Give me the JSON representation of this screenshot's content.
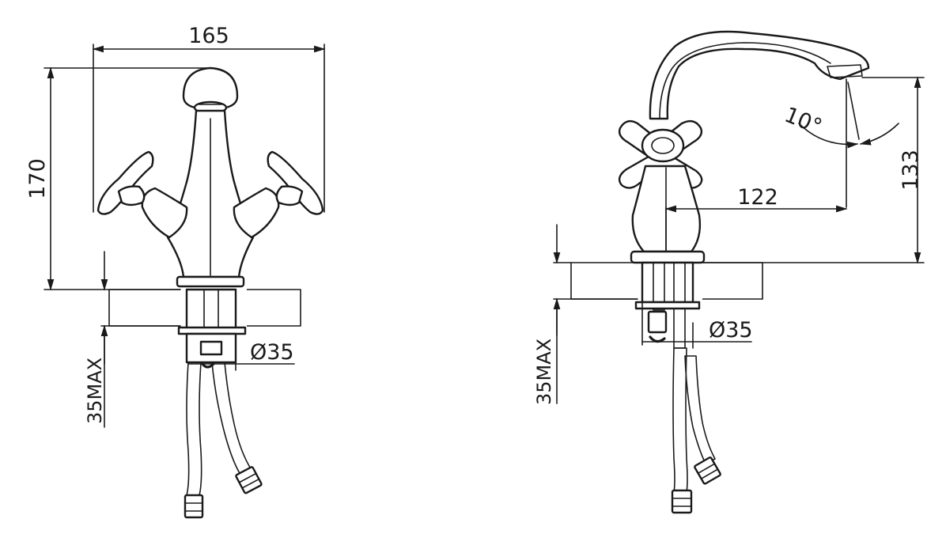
{
  "front_view": {
    "width_label": "165",
    "height_label": "170",
    "diameter_label": "Ø35",
    "depth_label": "35MAX"
  },
  "side_view": {
    "angle_label": "10°",
    "reach_label": "122",
    "height_label": "133",
    "diameter_label": "Ø35",
    "depth_label": "35MAX"
  },
  "colors": {
    "line": "#1a1a1a",
    "background": "#ffffff"
  }
}
